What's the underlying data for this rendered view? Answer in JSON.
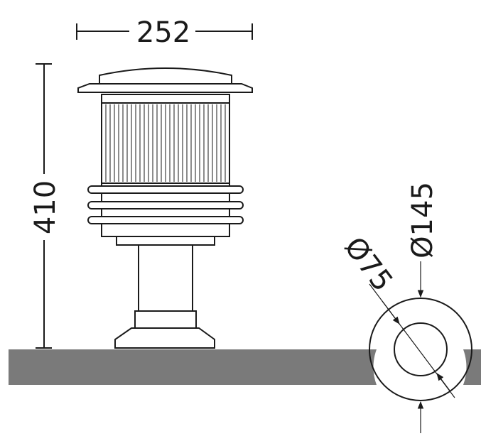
{
  "dimensions": {
    "width": "252",
    "height": "410",
    "diameter_outer": "Ø145",
    "diameter_inner": "Ø75"
  },
  "colors": {
    "ground": "#7a7a7a",
    "line": "#1a1a1a",
    "background": "#ffffff"
  }
}
